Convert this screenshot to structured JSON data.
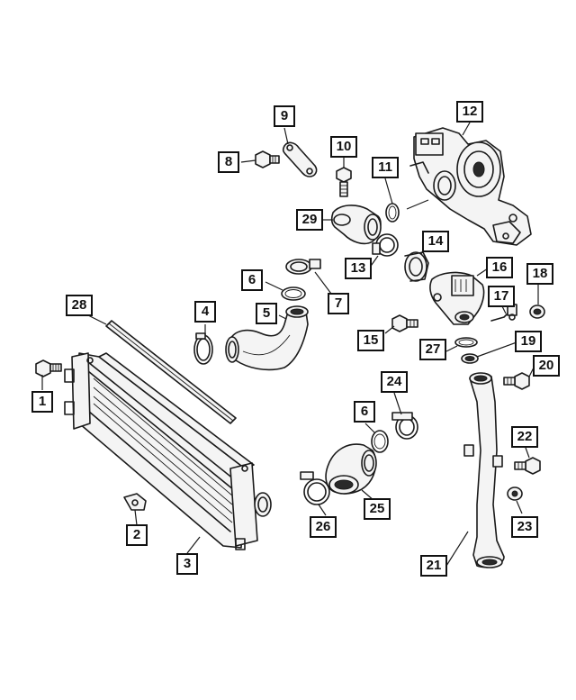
{
  "callouts": [
    {
      "id": "1",
      "label": "1"
    },
    {
      "id": "2",
      "label": "2"
    },
    {
      "id": "3",
      "label": "3"
    },
    {
      "id": "4",
      "label": "4"
    },
    {
      "id": "5",
      "label": "5"
    },
    {
      "id": "6a",
      "label": "6"
    },
    {
      "id": "6b",
      "label": "6"
    },
    {
      "id": "7",
      "label": "7"
    },
    {
      "id": "8",
      "label": "8"
    },
    {
      "id": "9",
      "label": "9"
    },
    {
      "id": "10",
      "label": "10"
    },
    {
      "id": "11",
      "label": "11"
    },
    {
      "id": "12",
      "label": "12"
    },
    {
      "id": "13",
      "label": "13"
    },
    {
      "id": "14",
      "label": "14"
    },
    {
      "id": "15",
      "label": "15"
    },
    {
      "id": "16",
      "label": "16"
    },
    {
      "id": "17",
      "label": "17"
    },
    {
      "id": "18",
      "label": "18"
    },
    {
      "id": "19",
      "label": "19"
    },
    {
      "id": "20",
      "label": "20"
    },
    {
      "id": "21",
      "label": "21"
    },
    {
      "id": "22",
      "label": "22"
    },
    {
      "id": "23",
      "label": "23"
    },
    {
      "id": "24",
      "label": "24"
    },
    {
      "id": "25",
      "label": "25"
    },
    {
      "id": "26",
      "label": "26"
    },
    {
      "id": "27",
      "label": "27"
    },
    {
      "id": "28",
      "label": "28"
    },
    {
      "id": "29",
      "label": "29"
    }
  ]
}
